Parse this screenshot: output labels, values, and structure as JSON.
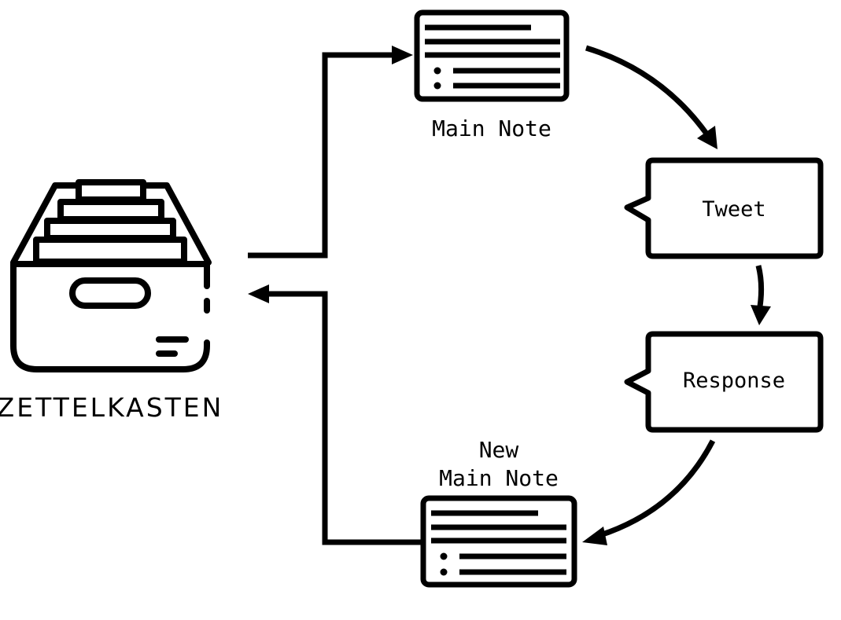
{
  "diagram": {
    "colors": {
      "stroke": "#000000",
      "background": "#ffffff"
    },
    "nodes": {
      "zettelkasten": {
        "label": "ZETTELKASTEN",
        "icon": "card-file-box-icon"
      },
      "main_note": {
        "label": "Main Note",
        "icon": "note-card-icon"
      },
      "tweet": {
        "label": "Tweet",
        "icon": "speech-bubble"
      },
      "response": {
        "label": "Response",
        "icon": "speech-bubble"
      },
      "new_main_note": {
        "label_line1": "New",
        "label_line2": "Main Note",
        "icon": "note-card-icon"
      }
    },
    "edges": [
      {
        "from": "zettelkasten",
        "to": "main_note",
        "style": "orthogonal"
      },
      {
        "from": "main_note",
        "to": "tweet",
        "style": "curved"
      },
      {
        "from": "tweet",
        "to": "response",
        "style": "curved"
      },
      {
        "from": "response",
        "to": "new_main_note",
        "style": "curved"
      },
      {
        "from": "new_main_note",
        "to": "zettelkasten",
        "style": "orthogonal"
      }
    ]
  }
}
